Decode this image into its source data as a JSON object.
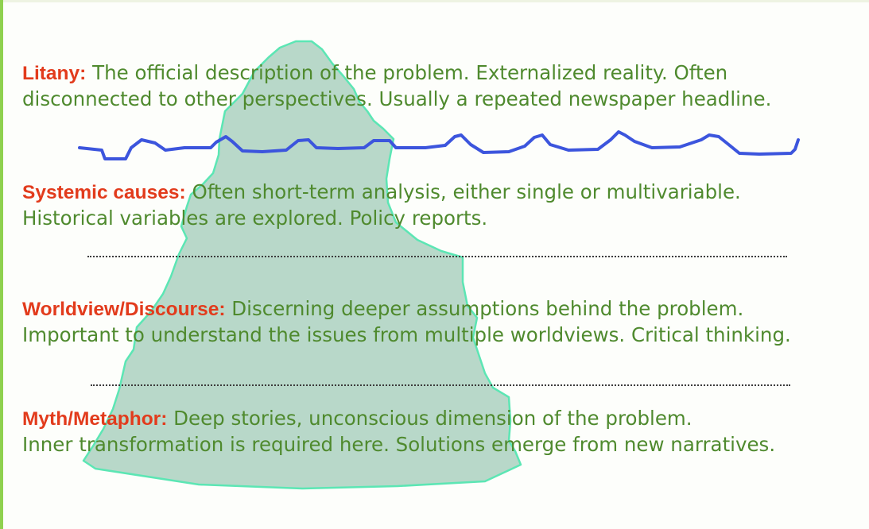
{
  "colors": {
    "term": "#e23b1c",
    "description": "#4f8a2e",
    "waterline": "#3c55dd",
    "iceberg_fill": "#2f8c64",
    "iceberg_outline": "#5ce6b4",
    "frame": "#8fd14f"
  },
  "layers": [
    {
      "term": "Litany:",
      "line1": " The official description of the problem. Externalized reality. Often",
      "line2": "disconnected to other perspectives. Usually a repeated newspaper headline."
    },
    {
      "term": "Systemic causes:",
      "line1": " Often short-term analysis, either single or multivariable.",
      "line2": "Historical  variables are explored.  Policy reports."
    },
    {
      "term": "Worldview/Discourse:",
      "line1": " Discerning deeper assumptions behind the problem.",
      "line2": "Important to understand the issues from multiple worldviews. Critical thinking."
    },
    {
      "term": "Myth/Metaphor:",
      "line1": " Deep stories, unconscious dimension of the problem.",
      "line2": "Inner transformation is required here. Solutions emerge from new narratives."
    }
  ]
}
